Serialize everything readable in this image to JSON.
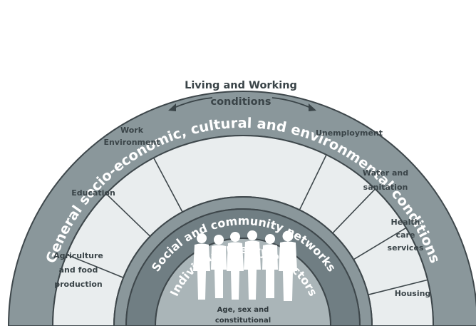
{
  "outer_ring": {
    "label": "General socio-economic, cultural and environmental conditions"
  },
  "social_ring": {
    "label": "Social and community networks"
  },
  "lifestyle_ring": {
    "label": "Individual lifestyle factors"
  },
  "core": {
    "label_lines": [
      "Age, sex and",
      "constitutional"
    ]
  },
  "living_working": {
    "title_line1": "Living and Working",
    "title_line2": "conditions",
    "segments": [
      {
        "key": "agriculture",
        "lines": [
          "Agriculture",
          "and food",
          "production"
        ]
      },
      {
        "key": "education",
        "lines": [
          "Education"
        ]
      },
      {
        "key": "work-environment",
        "lines": [
          "Work",
          "Environment"
        ]
      },
      {
        "key": "unemployment",
        "lines": [
          "Unemployment"
        ]
      },
      {
        "key": "water",
        "lines": [
          "Water and",
          "sanitation"
        ]
      },
      {
        "key": "health",
        "lines": [
          "Health",
          "care",
          "services"
        ]
      },
      {
        "key": "housing",
        "lines": [
          "Housing"
        ]
      }
    ]
  },
  "colors": {
    "outer_ring": "#8a979b",
    "segment_fill": "#e9edee",
    "social_ring": "#8a979b",
    "lifestyle_ring": "#707e83",
    "core": "#aab5b8",
    "outline": "#3e474b",
    "people": "#ffffff"
  }
}
